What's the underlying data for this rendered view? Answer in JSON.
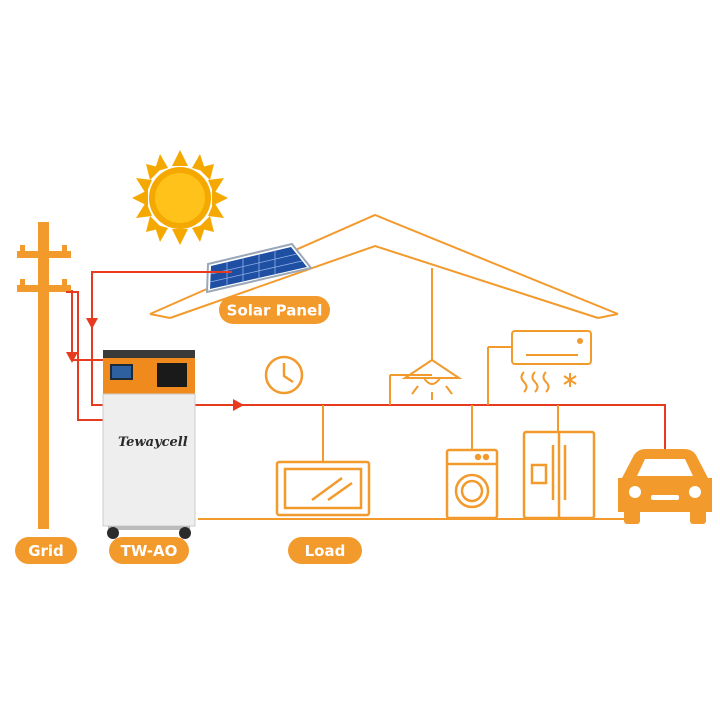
{
  "labels": {
    "solar_panel": "Solar Panel",
    "grid": "Grid",
    "device": "TW-AO",
    "load": "Load"
  },
  "device": {
    "brand": "Tewaycell"
  },
  "colors": {
    "orange": "#f39a2d",
    "red": "#e83a1f",
    "sun": "#f5a900",
    "panel_blue": "#1f4fa3",
    "cabinet": "#eeeeee"
  }
}
